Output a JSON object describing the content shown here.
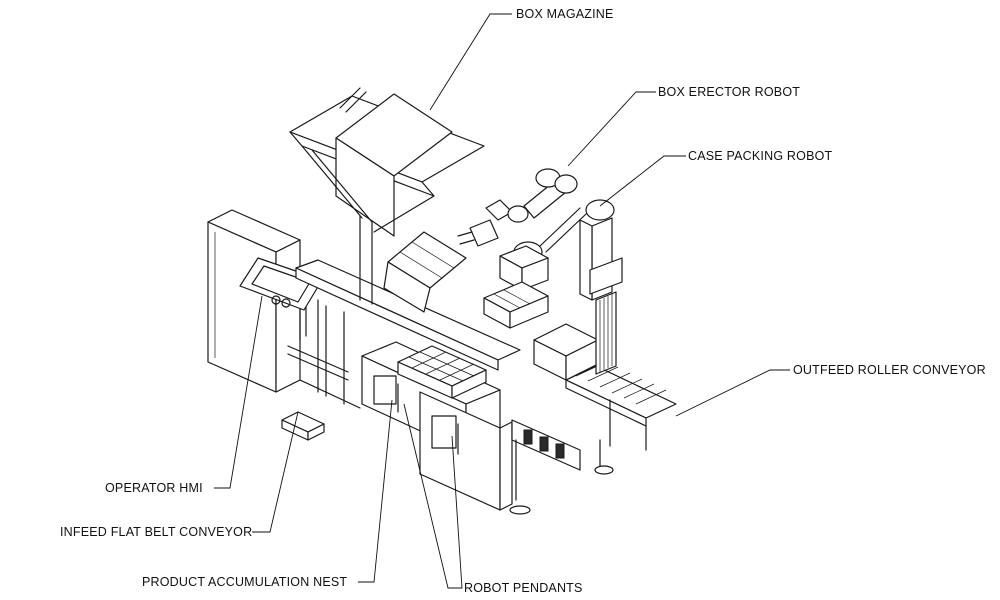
{
  "labels": {
    "box_magazine": "BOX MAGAZINE",
    "box_erector_robot": "BOX ERECTOR ROBOT",
    "case_packing_robot": "CASE PACKING ROBOT",
    "outfeed_roller_conveyor": "OUTFEED ROLLER CONVEYOR",
    "operator_hmi": "OPERATOR HMI",
    "infeed_flat_belt_conveyor": "INFEED FLAT BELT CONVEYOR",
    "product_accumulation_nest": "PRODUCT ACCUMULATION NEST",
    "robot_pendants": "ROBOT PENDANTS"
  },
  "colors": {
    "line": "#1a1a1a",
    "background": "#ffffff"
  }
}
